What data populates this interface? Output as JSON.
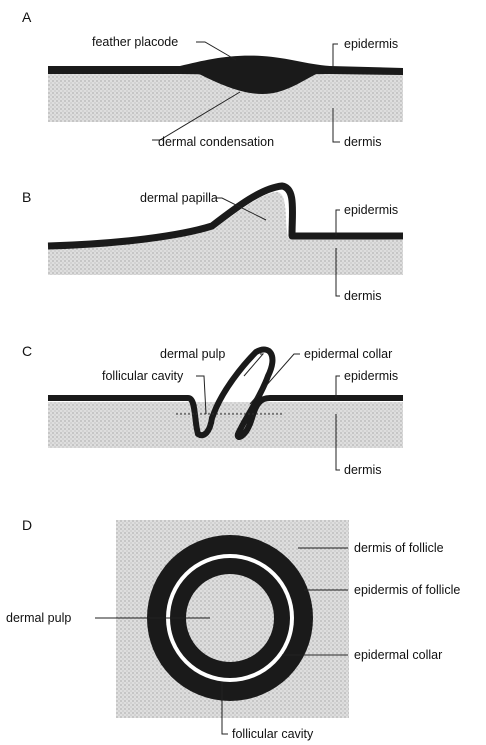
{
  "panels": {
    "a": {
      "letter": "A",
      "feather_placode": "feather placode",
      "epidermis": "epidermis",
      "dermal_condensation": "dermal condensation",
      "dermis": "dermis"
    },
    "b": {
      "letter": "B",
      "dermal_papilla": "dermal papilla",
      "epidermis": "epidermis",
      "dermis": "dermis"
    },
    "c": {
      "letter": "C",
      "dermal_pulp": "dermal pulp",
      "follicular_cavity": "follicular cavity",
      "epidermal_collar": "epidermal collar",
      "epidermis": "epidermis",
      "dermis": "dermis"
    },
    "d": {
      "letter": "D",
      "dermis_of_follicle": "dermis of follicle",
      "epidermis_of_follicle": "epidermis of follicle",
      "dermal_pulp": "dermal pulp",
      "epidermal_collar": "epidermal collar",
      "follicular_cavity": "follicular cavity"
    }
  },
  "colors": {
    "epidermis": "#1a1a1a",
    "dermis_stipple": "#d9d9d9",
    "background": "#ffffff"
  }
}
